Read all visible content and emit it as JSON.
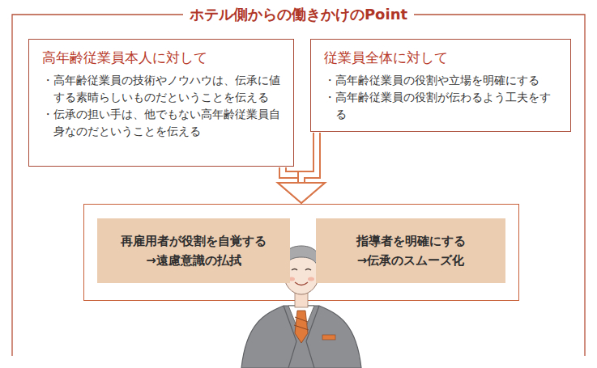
{
  "diagram": {
    "title": "ホテル側からの働きかけのPoint",
    "nodes": [
      {
        "text": [
          "高年齢従業員本人に対して",
          "・高年齢従業員の技術やノウハウは、伝承に値する素晴らしいものだということを伝える",
          "・伝承の担い手は、他でもない高年齢従業員自身なのだということを伝える"
        ]
      },
      {
        "text": [
          "従業員全体に対して",
          "・高年齢従業員の役割や立場を明確にする",
          "・高年齢従業員の役割が伝わるよう工夫をする"
        ]
      },
      {
        "text": []
      },
      {
        "text": [
          "再雇用者が役割を自覚する",
          "→遠慮意識の払拭"
        ],
        "in": 2
      },
      {
        "text": [
          "指導者を明確にする",
          "→伝承のスムーズ化"
        ],
        "in": 2
      }
    ],
    "edges": [
      {
        "from": 0,
        "to": 2,
        "arrow": "to"
      },
      {
        "from": 1,
        "to": 2,
        "arrow": "to"
      }
    ]
  }
}
